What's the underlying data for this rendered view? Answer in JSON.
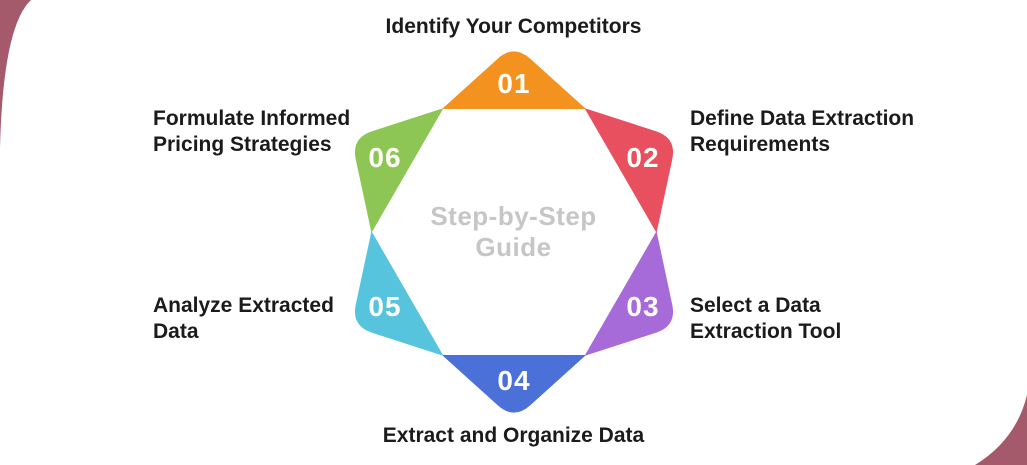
{
  "diagram": {
    "center_title": {
      "line1": "Step-by-Step",
      "line2": "Guide"
    },
    "center_title_color": "#c7c6c6",
    "label_text_color": "#1b1b1b",
    "number_text_color": "#FFFDF8",
    "background_color": "#ffffff",
    "corner_decoration_color": "#A55A6C",
    "steps": [
      {
        "number": "01",
        "color": "#F4921F",
        "label_lines": [
          "Identify Your Competitors",
          ""
        ]
      },
      {
        "number": "02",
        "color": "#E84F5F",
        "label_lines": [
          "Define Data Extraction",
          "Requirements"
        ]
      },
      {
        "number": "03",
        "color": "#A76AD9",
        "label_lines": [
          "Select a Data",
          "Extraction Tool"
        ]
      },
      {
        "number": "04",
        "color": "#4B71D9",
        "label_lines": [
          "Extract and Organize Data",
          ""
        ]
      },
      {
        "number": "05",
        "color": "#56C4DD",
        "label_lines": [
          "Analyze Extracted",
          "Data"
        ]
      },
      {
        "number": "06",
        "color": "#8DC655",
        "label_lines": [
          "Formulate Informed",
          "Pricing Strategies"
        ]
      }
    ]
  }
}
